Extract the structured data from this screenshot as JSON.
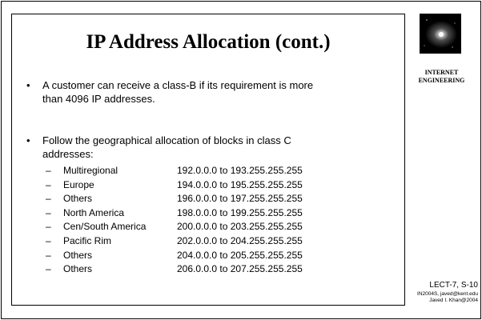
{
  "slide": {
    "title": "IP Address Allocation (cont.)",
    "bullets": [
      {
        "marker": "•",
        "lines": [
          "A customer can receive a class-B if its requirement is more",
          "than 4096 IP addresses."
        ]
      },
      {
        "marker": "•",
        "lines": [
          "Follow the geographical allocation of blocks in class C",
          "addresses:"
        ]
      }
    ],
    "allocations": [
      {
        "dash": "–",
        "region": "Multiregional",
        "range": "192.0.0.0 to 193.255.255.255"
      },
      {
        "dash": "–",
        "region": "Europe",
        "range": "194.0.0.0 to 195.255.255.255"
      },
      {
        "dash": "–",
        "region": "Others",
        "range": "196.0.0.0 to 197.255.255.255"
      },
      {
        "dash": "–",
        "region": "North America",
        "range": "198.0.0.0 to 199.255.255.255"
      },
      {
        "dash": "–",
        "region": "Cen/South America",
        "range": "200.0.0.0 to 203.255.255.255"
      },
      {
        "dash": "–",
        "region": "Pacific Rim",
        "range": "202.0.0.0 to 204.255.255.255"
      },
      {
        "dash": "–",
        "region": "Others",
        "range": "204.0.0.0 to 205.255.255.255"
      },
      {
        "dash": "–",
        "region": "Others",
        "range": "206.0.0.0 to 207.255.255.255"
      }
    ]
  },
  "sidebar": {
    "logo_icon": "galaxy-logo-icon",
    "brand_line1": "INTERNET",
    "brand_line2": "ENGINEERING"
  },
  "footer": {
    "lecture": "LECT-7, S-10",
    "course": "IN2004S, javed@kent.edu",
    "author": "Javed I. Khan@2004"
  },
  "colors": {
    "text": "#000000",
    "background": "#ffffff",
    "logo_bg": "#000000"
  }
}
